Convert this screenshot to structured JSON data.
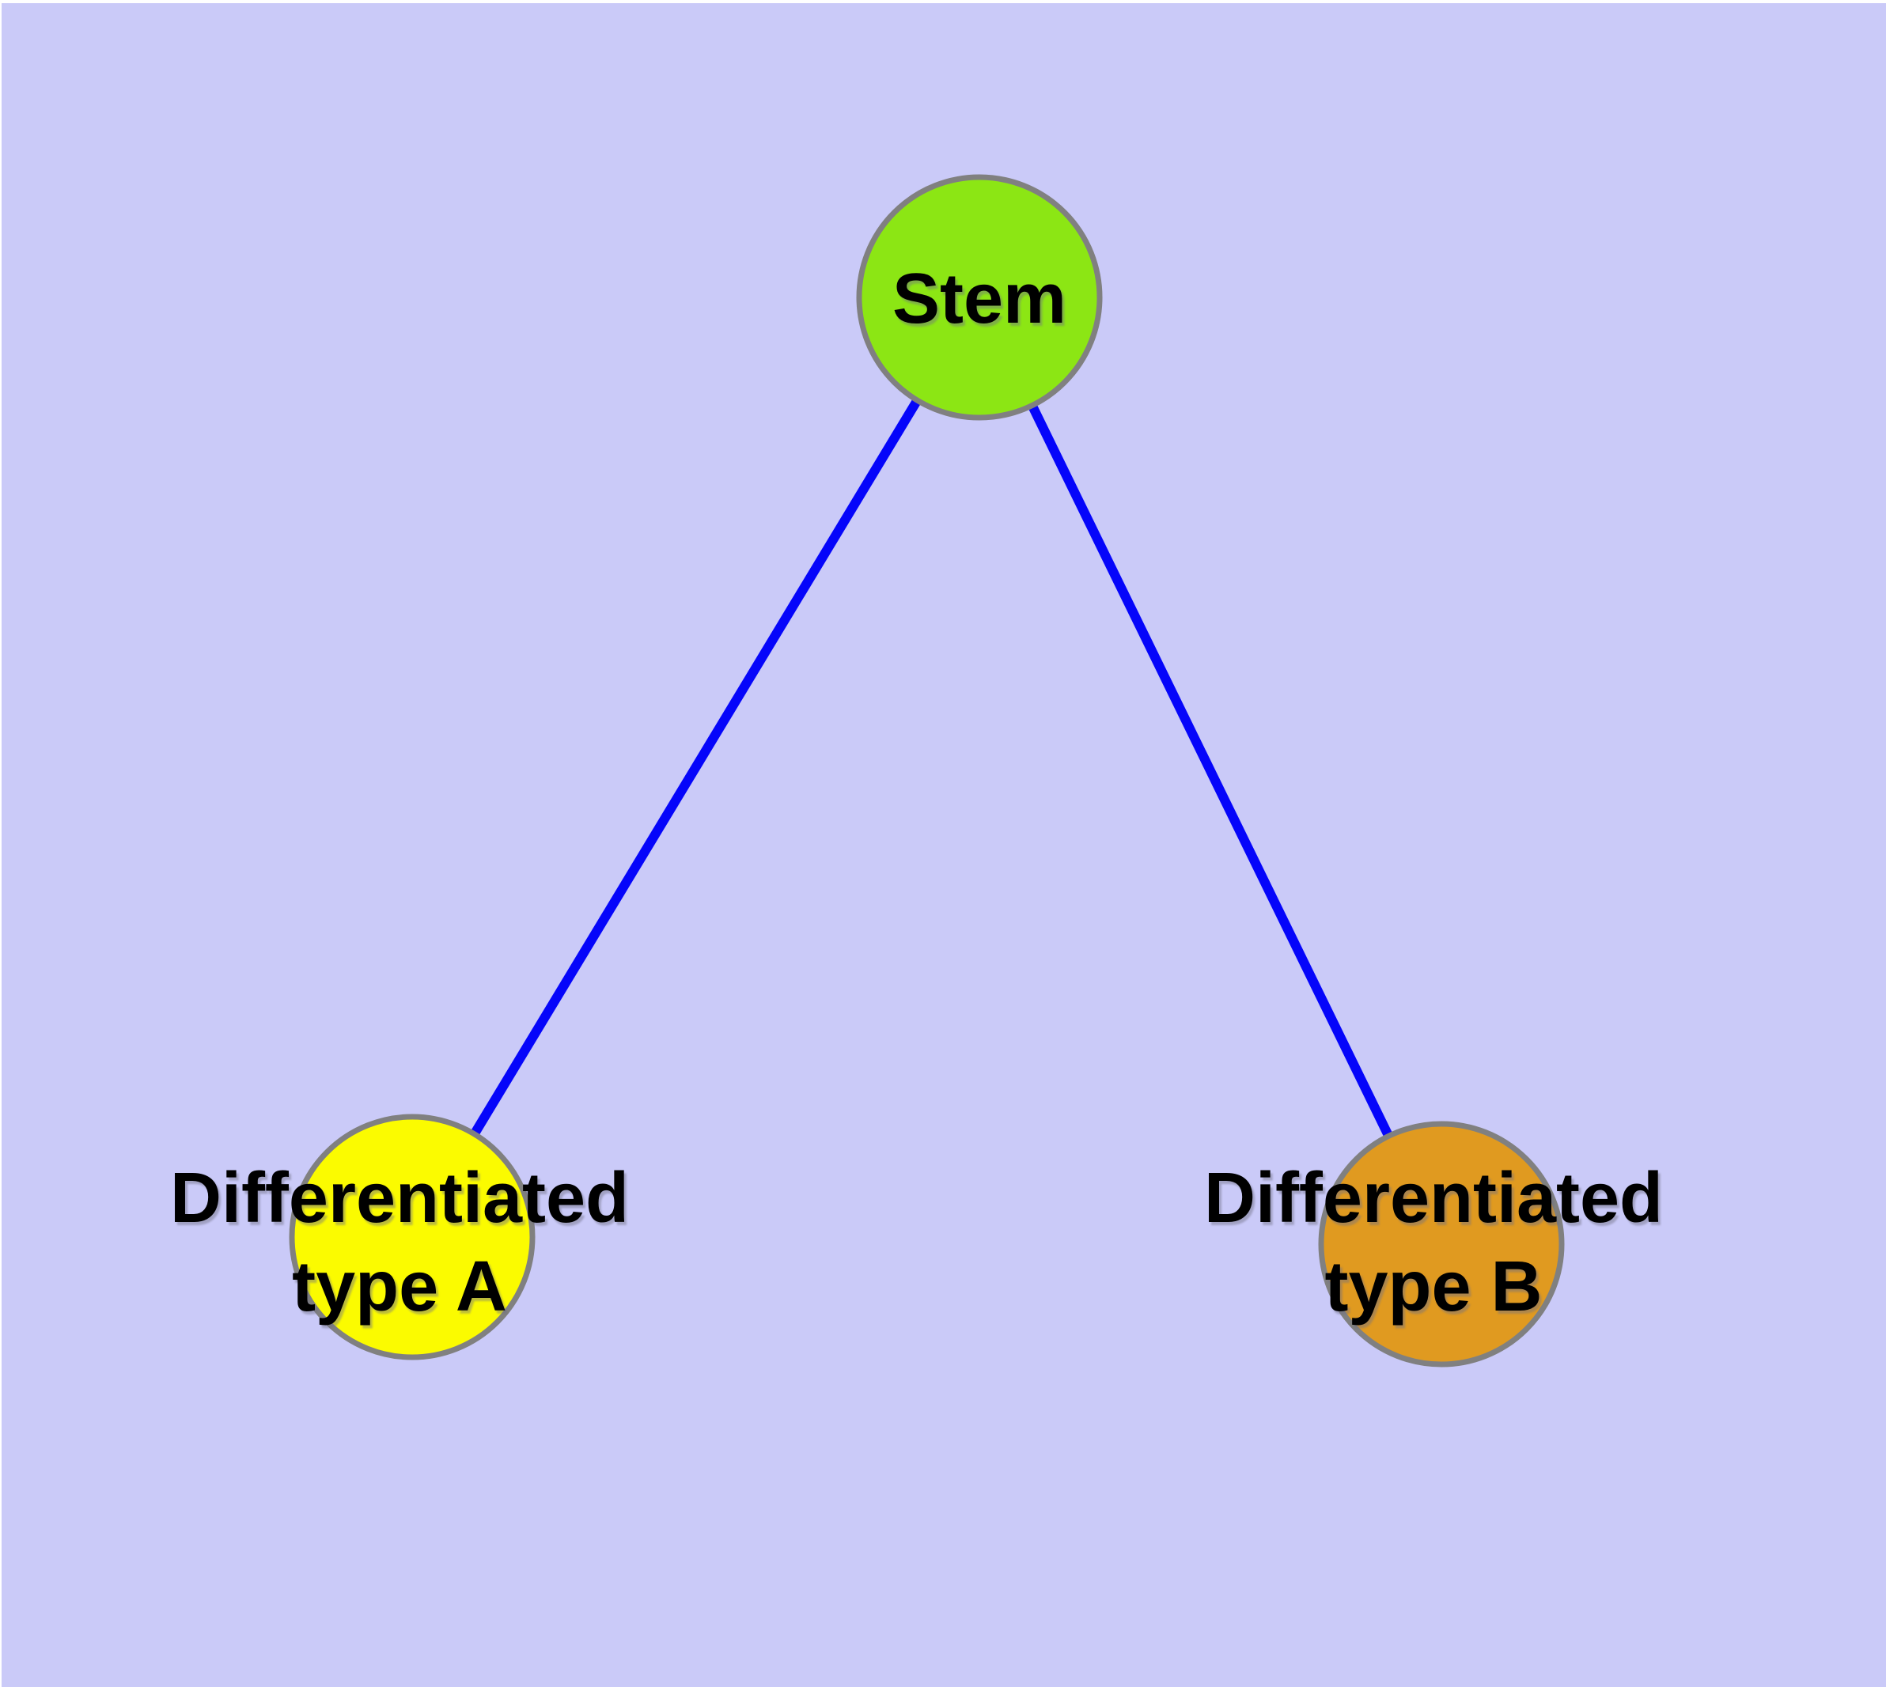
{
  "diagram": {
    "type": "node-link-graph",
    "description": "Cell differentiation diagram: a stem node connected to two differentiated cell type nodes",
    "nodes": [
      {
        "id": "stem",
        "label": "Stem",
        "label_lines": [
          "Stem"
        ],
        "fill": "#8CE614"
      },
      {
        "id": "diff-a",
        "label": "Differentiated type A",
        "label_lines": [
          "Differentiated",
          "type A"
        ],
        "fill": "#FBFB00"
      },
      {
        "id": "diff-b",
        "label": "Differentiated type B",
        "label_lines": [
          "Differentiated",
          "type B"
        ],
        "fill": "#E09A20"
      }
    ],
    "edges": [
      {
        "from": "stem",
        "to": "diff-a"
      },
      {
        "from": "stem",
        "to": "diff-b"
      }
    ],
    "colors": {
      "page": "#FFFFFF",
      "canvas_background": "#CACAF8",
      "edge": "#0505FA",
      "node_border": "#808080",
      "label_text": "#000000"
    }
  }
}
